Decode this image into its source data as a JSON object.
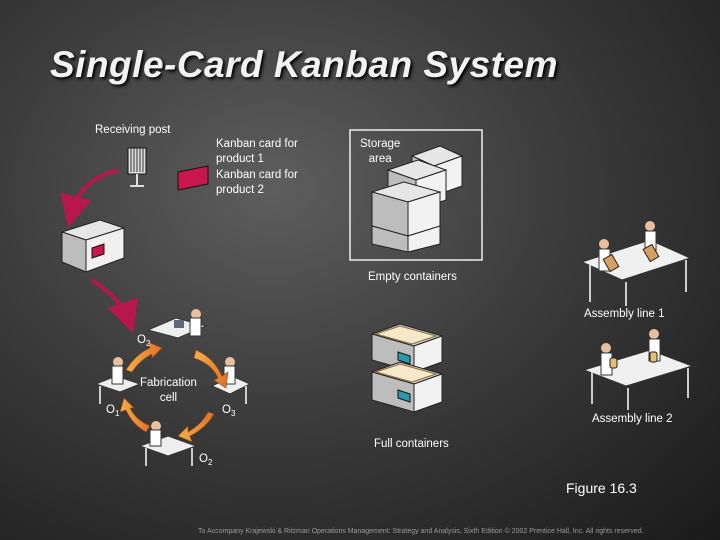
{
  "title": "Single-Card Kanban System",
  "labels": {
    "receiving_post": "Receiving post",
    "kanban_card_1": "Kanban card for\nproduct 1",
    "kanban_card_2": "Kanban card for\nproduct 2",
    "storage_area": "Storage\narea",
    "empty_containers": "Empty containers",
    "assembly_line_1": "Assembly line 1",
    "assembly_line_2": "Assembly line 2",
    "full_containers": "Full containers",
    "fabrication_cell": "Fabrication\ncell",
    "o2_top": "O",
    "o2_top_sub": "2",
    "o1": "O",
    "o1_sub": "1",
    "o3": "O",
    "o3_sub": "3",
    "o2_bottom": "O",
    "o2_bottom_sub": "2"
  },
  "figure_caption": "Figure 16.3",
  "footer": "To Accompany Krajewski & Ritzman Operations Management: Strategy and Analysis, Sixth Edition © 2002 Prentice Hall, Inc. All rights reserved.",
  "colors": {
    "card_product_1": "#c8d4e0",
    "card_product_2": "#c8174e",
    "arrow_magenta": "#b8174e",
    "cycle_arrow": "#e8832a"
  }
}
